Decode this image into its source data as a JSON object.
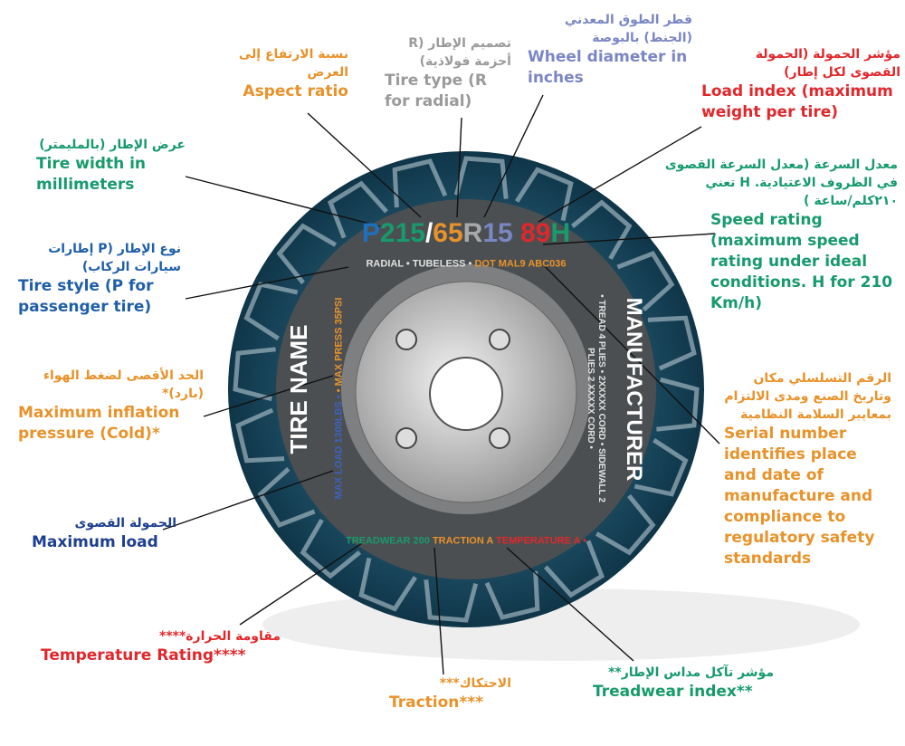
{
  "colors": {
    "orange": "#e8922a",
    "gray": "#9a9a9a",
    "purple": "#7b86c4",
    "red": "#e0282c",
    "green": "#179a6c",
    "blue": "#1f5fa8",
    "navy": "#1d3f8f"
  },
  "tire": {
    "name": "TIRE NAME",
    "manufacturer": "MANUFACTURER",
    "size": {
      "p": "P",
      "width": "215",
      "slash": "/",
      "aspect": "65",
      "r": "R",
      "diameter": "15",
      "load": "89",
      "speed": "H"
    },
    "ring_top": "RADIAL • TUBELESS •",
    "dot": "DOT MAL9 ABC036",
    "ring_right": "• TREAD 4 PLIES • 2XXXXX CORD • SIDEWALL 2 PLIES 2 XXXXX CORD •",
    "max_press": "• MAX PRESS 35PSI",
    "max_load": "MAX LOAD 1300LBS •",
    "temperature": "TEMPERATURE A •",
    "traction": "TRACTION A",
    "treadwear": "TREADWEAR 200"
  },
  "labels": {
    "aspect": {
      "ar": "نسبة الارتفاع إلى العرض",
      "en": "Aspect ratio"
    },
    "type": {
      "ar": "تصميم الإطار (R أحزمة فولاذية)",
      "en": "Tire type (R for radial)"
    },
    "diameter": {
      "ar": "قطر الطوق المعدني (الجنط) بالبوصة",
      "en": "Wheel diameter in inches"
    },
    "load": {
      "ar": "مؤشر الحمولة (الحمولة القصوى لكل إطار)",
      "en": "Load index (maximum weight per tire)"
    },
    "width": {
      "ar": "عرض الإطار (بالمليمتر)",
      "en": "Tire width in millimeters"
    },
    "speed": {
      "ar": "معدل السرعة (معدل السرعة القصوى في الظروف الاعتيادية. H تعني ٢١٠كلم/ساعة )",
      "en": "Speed rating (maximum speed rating under ideal conditions. H for 210 Km/h)"
    },
    "style": {
      "ar": "نوع الإطار (P إطارات سيارات الركاب)",
      "en": "Tire style (P for passenger tire)"
    },
    "pressure": {
      "ar": "الحد الأقصى لضغط الهواء (بارد)*",
      "en": "Maximum inflation pressure (Cold)*"
    },
    "serial": {
      "ar": "الرقم التسلسلي مكان وتاريخ الصنع ومدى الالتزام بمعايير السلامة النظامية",
      "en": "Serial number identifies place and date of manufacture and compliance to regulatory safety standards"
    },
    "maxload": {
      "ar": "الحمولة القصوى",
      "en": "Maximum load"
    },
    "temp": {
      "ar": "مقاومة الحرارة****",
      "en": "Temperature Rating****"
    },
    "traction": {
      "ar": "الاحتكاك***",
      "en": "Traction***"
    },
    "treadwear": {
      "ar": "مؤشر تآكل مداس الإطار**",
      "en": "Treadwear index**"
    }
  }
}
